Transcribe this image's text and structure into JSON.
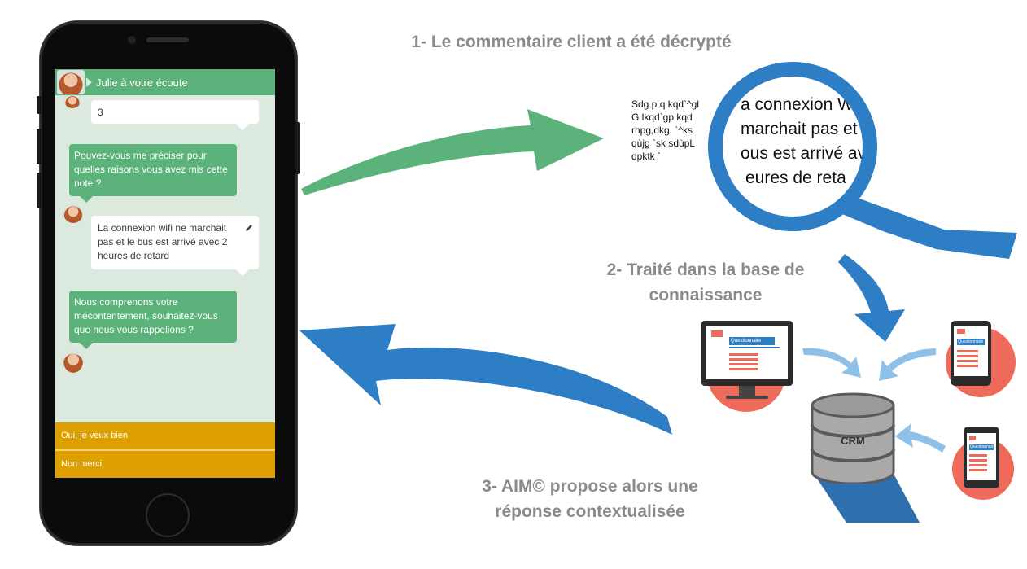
{
  "chat": {
    "header_name": "Julie à votre écoute",
    "score_answer": "3",
    "bot_question": "Pouvez-vous me préciser pour quelles raisons vous avez mis cette note ?",
    "user_comment": "La connexion wifi ne marchait pas et le bus est arrivé avec 2 heures de retard",
    "bot_reply": "Nous comprenons votre mécontentement, souhaitez-vous que nous vous rappelions ?",
    "choices": [
      "Oui, je veux bien",
      "Non merci"
    ]
  },
  "steps": {
    "step1": "1- Le commentaire client a été décrypté",
    "step2": "2- Traité dans la base de connaissance",
    "step3": "3- AIM© propose alors une réponse contextualisée"
  },
  "scrambled_lines": [
    "Sdg p q kqd`^gl",
    "G lkqd`gp kqd",
    "rhpg,dkg  `^ks",
    "qùjg `sk sdùpL",
    "dpktk `"
  ],
  "decoded_lines": [
    "a connexion W",
    "marchait pas et",
    "ous est arrivé av",
    "eures de reta"
  ],
  "kb": {
    "questionnaire_label": "Questionnaire",
    "crm_label": "CRM"
  },
  "colors": {
    "green": "#5bb27a",
    "blue": "#2e7ec6",
    "light_blue": "#8fc1e8",
    "orange": "#dda000",
    "coral": "#ee6b5c",
    "grey_text": "#8a8a8a"
  },
  "icons": [
    "magnifier-icon",
    "monitor-icon",
    "tablet-icon",
    "phone-icon",
    "database-icon",
    "pencil-icon"
  ]
}
